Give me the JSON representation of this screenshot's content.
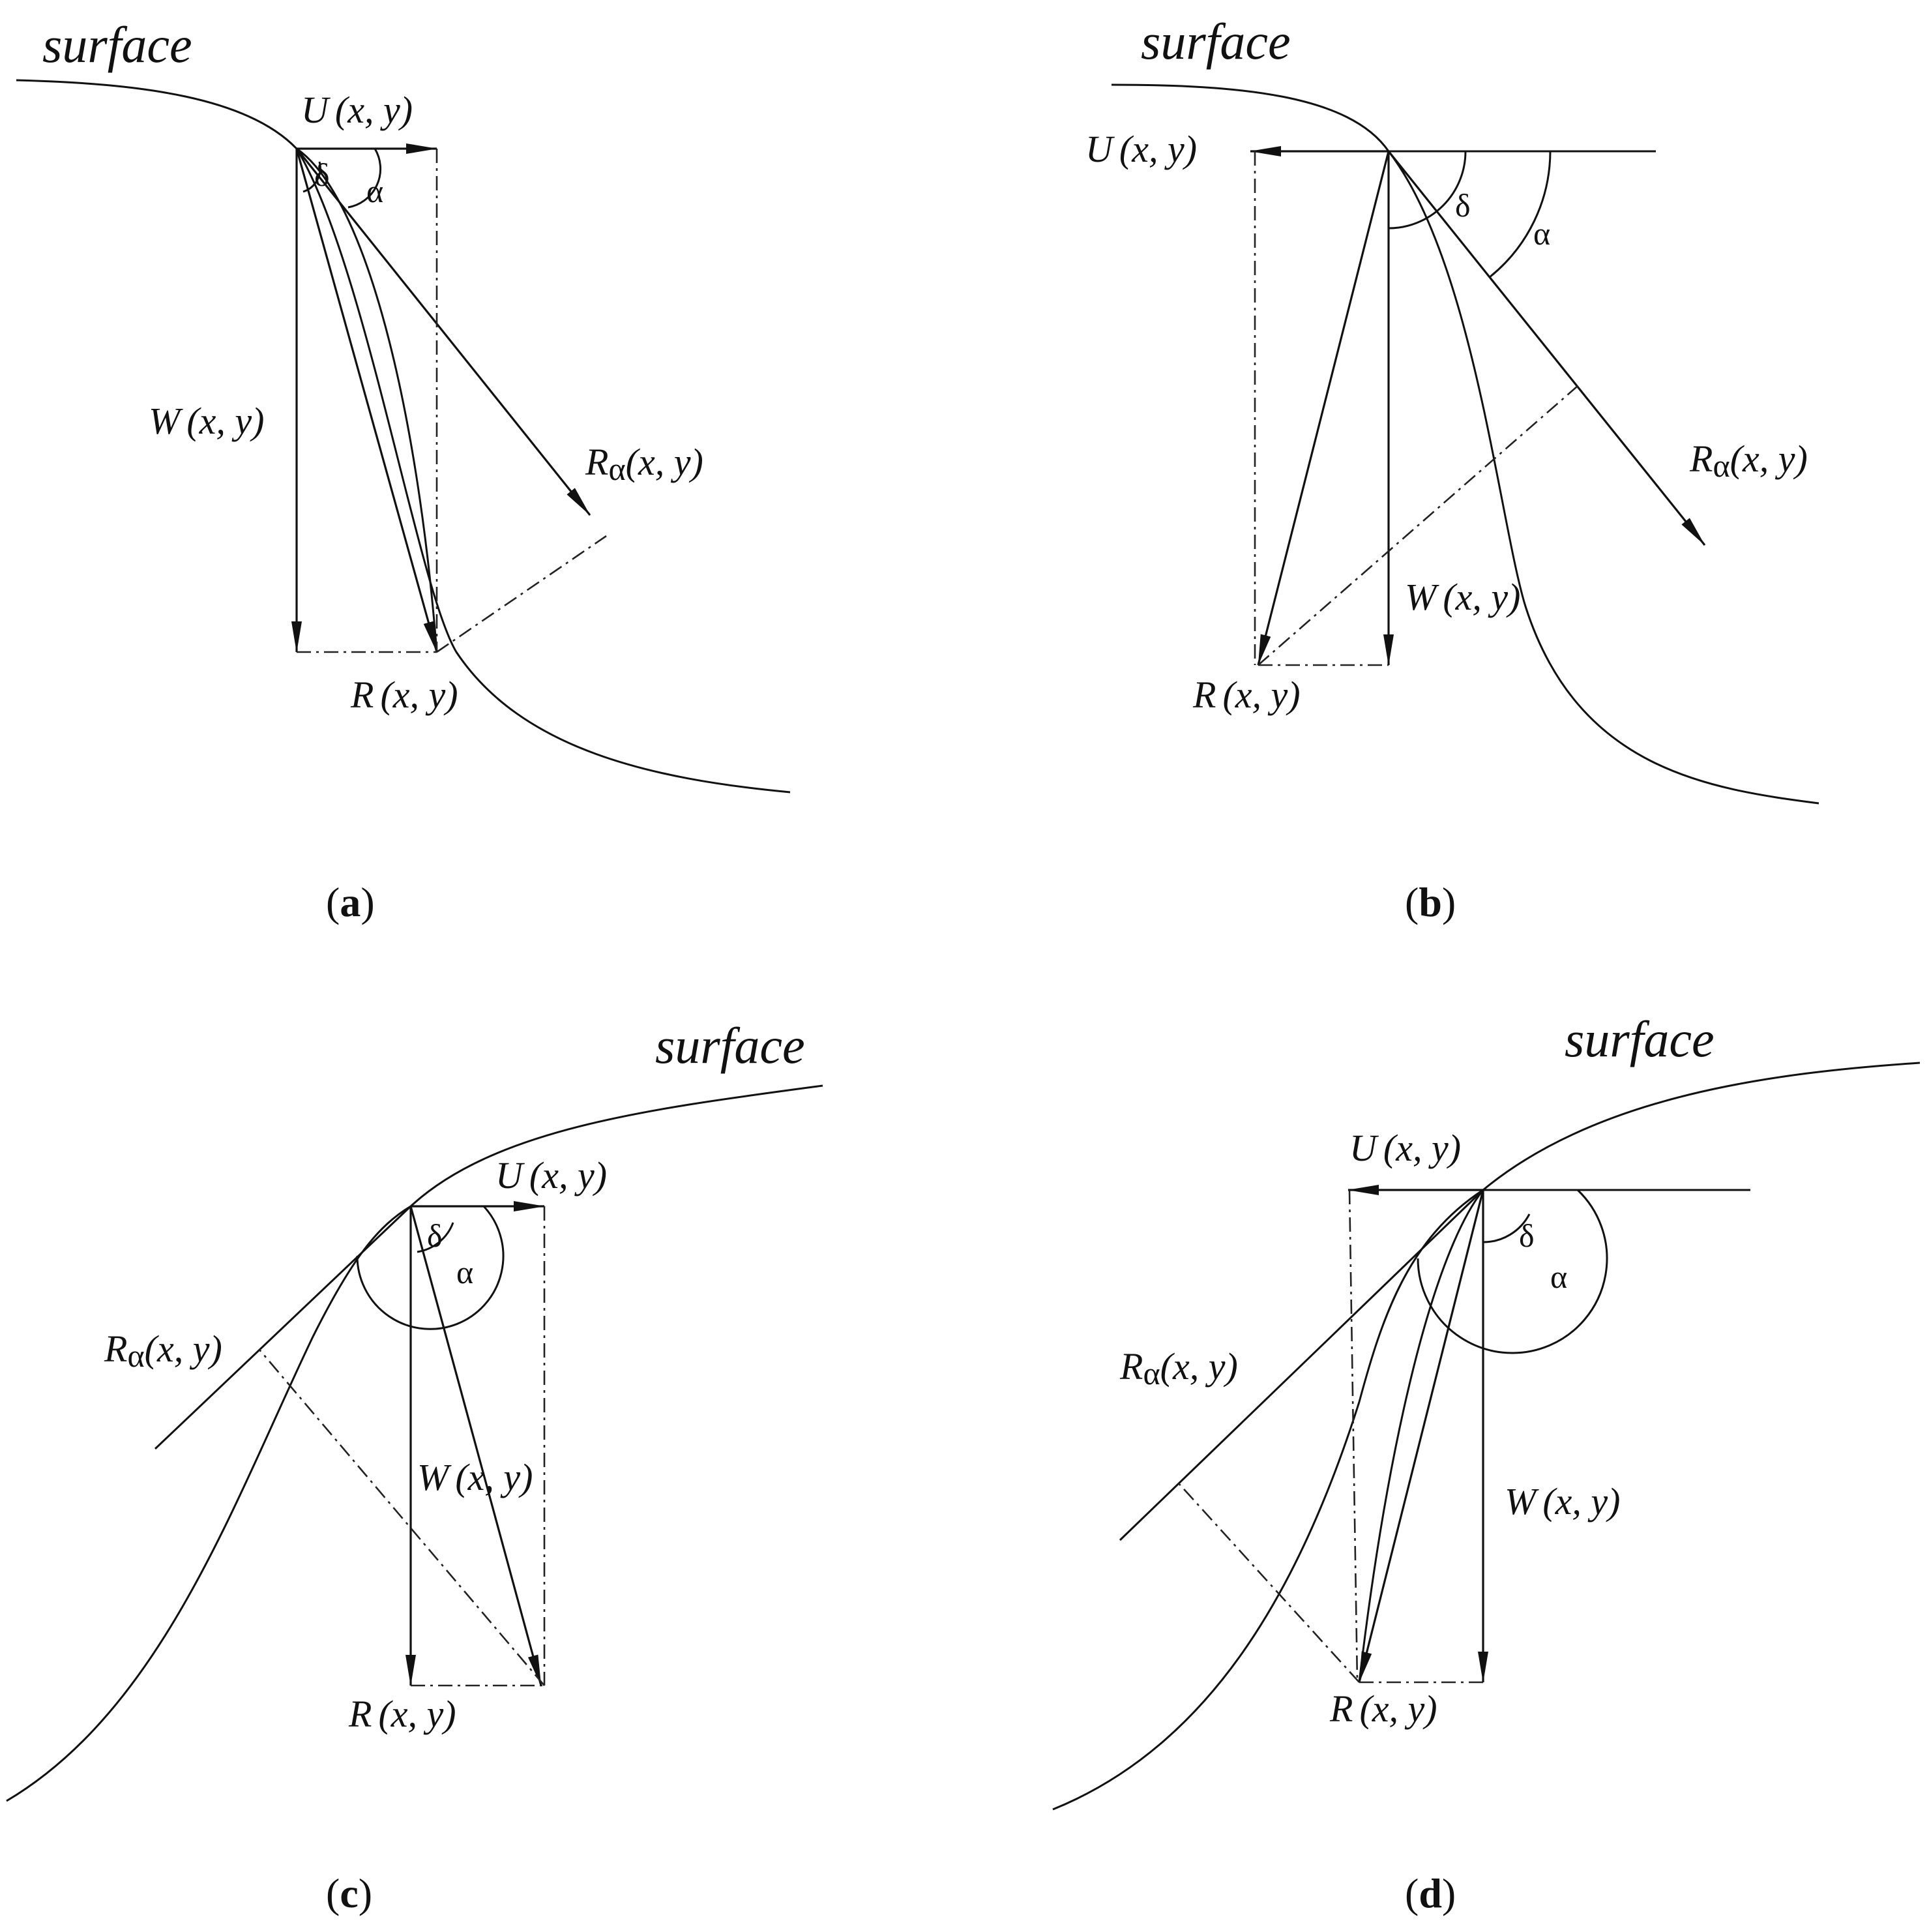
{
  "labels": {
    "surface": "surface",
    "U": "U",
    "W": "W",
    "R": "R",
    "R_alpha_base": "R",
    "alpha_sub": "α",
    "args": "(x, y)",
    "delta": "δ",
    "alpha": "α"
  },
  "panels": [
    {
      "id": "a",
      "caption_open": "(",
      "caption_letter": "a",
      "caption_close": ")"
    },
    {
      "id": "b",
      "caption_open": "(",
      "caption_letter": "b",
      "caption_close": ")"
    },
    {
      "id": "c",
      "caption_open": "(",
      "caption_letter": "c",
      "caption_close": ")"
    },
    {
      "id": "d",
      "caption_open": "(",
      "caption_letter": "d",
      "caption_close": ")"
    }
  ]
}
